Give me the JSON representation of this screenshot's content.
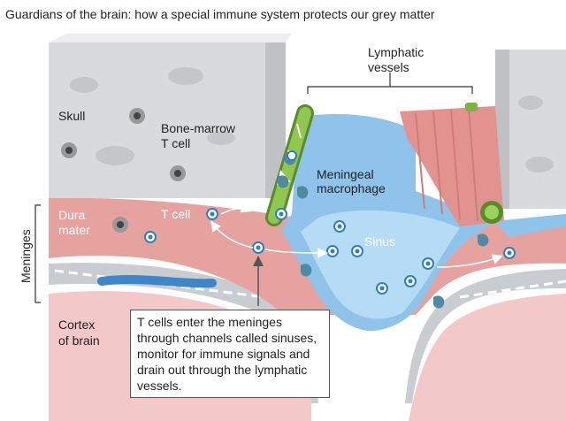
{
  "header": {
    "title": "Guardians of the brain: how a special immune system protects our grey matter"
  },
  "diagram": {
    "labels": {
      "skull": "Skull",
      "bone_marrow_line1": "Bone-marrow",
      "bone_marrow_line2": "T cell",
      "lymphatic_line1": "Lymphatic",
      "lymphatic_line2": "vessels",
      "macrophage_line1": "Meningeal",
      "macrophage_line2": "macrophage",
      "dura_line1": "Dura",
      "dura_line2": "mater",
      "t_cell": "T cell",
      "sinus": "Sinus",
      "meninges": "Meninges",
      "cortex_line1": "Cortex",
      "cortex_line2": "of brain"
    },
    "caption": "T cells enter the meninges through channels called sinuses, monitor for immune signals and drain out through the lymphatic vessels."
  },
  "colors": {
    "skull": "#d9dadc",
    "dura": "#e6a29f",
    "sinus": "#8fc3ea",
    "lymphatic": "#7cb342",
    "cortex": "#f2c9c8",
    "tcell": "#2f7fc0"
  },
  "icons": [
    "t-cell-icon",
    "bone-marrow-cell-icon",
    "macrophage-icon",
    "arrow-icon"
  ]
}
